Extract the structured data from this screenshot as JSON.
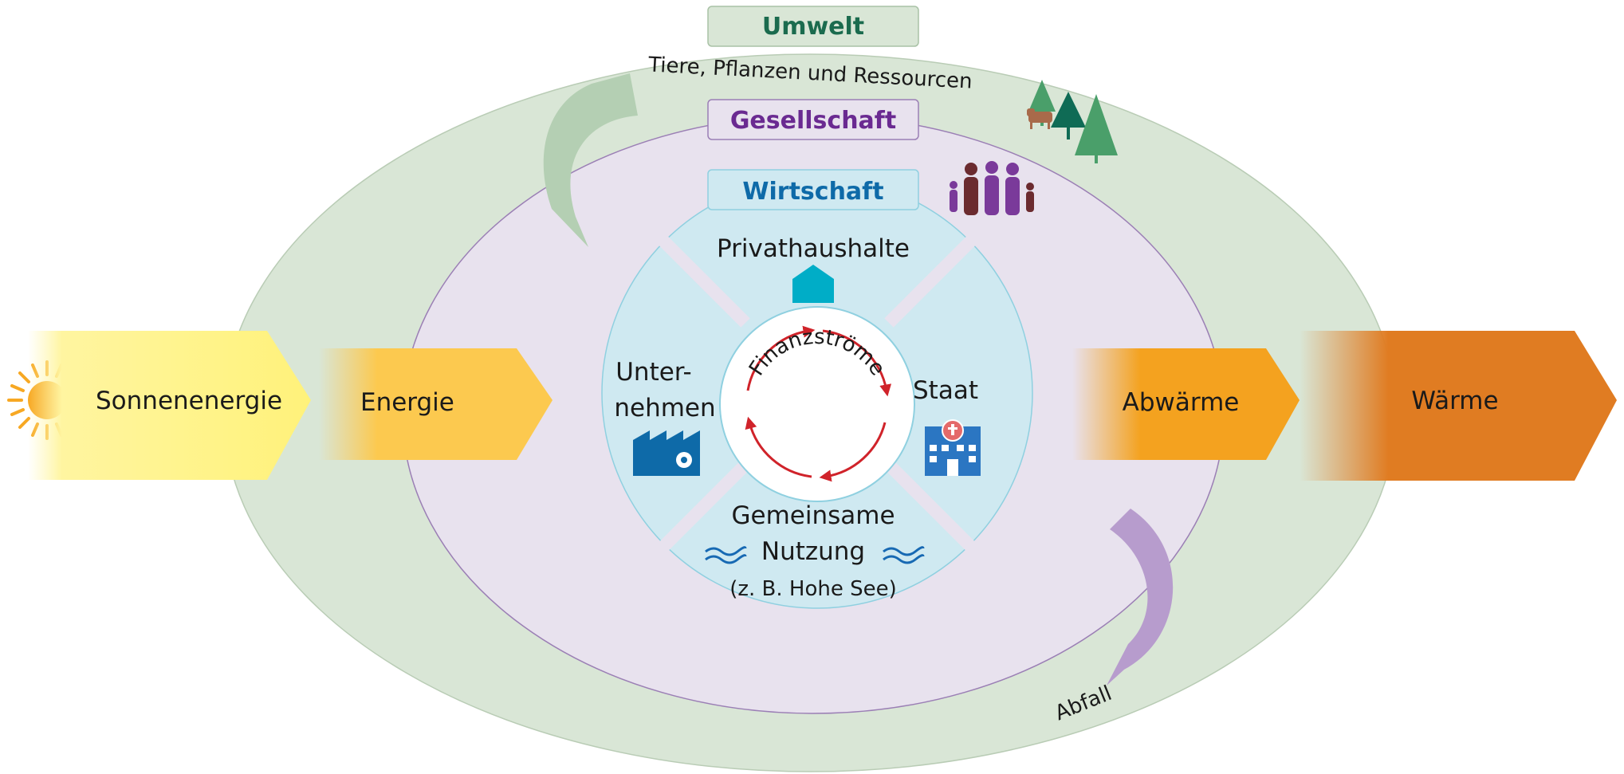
{
  "sections": {
    "umwelt": {
      "title": "Umwelt",
      "color": "#1b6b4e",
      "fill": "#d9e6d6"
    },
    "gesellschaft": {
      "title": "Gesellschaft",
      "color": "#6a2a91",
      "fill": "#e8e2ee"
    },
    "wirtschaft": {
      "title": "Wirtschaft",
      "color": "#0e6aa8",
      "fill": "#cfe9f1"
    }
  },
  "flows": {
    "inflow_resources": "Tiere, Pflanzen und Ressourcen",
    "outflow_waste": "Abfall"
  },
  "sectors": {
    "households": "Privathaushalte",
    "companies_line1": "Unter-",
    "companies_line2": "nehmen",
    "state": "Staat",
    "commons_line1": "Gemeinsame",
    "commons_line2": "Nutzung",
    "commons_line3": "(z. B. Hohe See)"
  },
  "center": {
    "label": "Finanzströme"
  },
  "energy": {
    "sun": "Sonnenenergie",
    "energy": "Energie",
    "waste_heat": "Abwärme",
    "heat": "Wärme"
  },
  "icons": [
    "sun-icon",
    "house-icon",
    "factory-icon",
    "government-building-icon",
    "waves-icon",
    "trees-cow-icon",
    "people-icon"
  ],
  "colors": {
    "sun": "#f7a823",
    "energy_arrow": "#fcc94f",
    "waste_heat_arrow": "#f4a21f",
    "heat_arrow": "#e07c22",
    "finance_arrows": "#d0232a",
    "inflow_arrow": "#b4cfb3",
    "outflow_arrow": "#b79ccd"
  }
}
